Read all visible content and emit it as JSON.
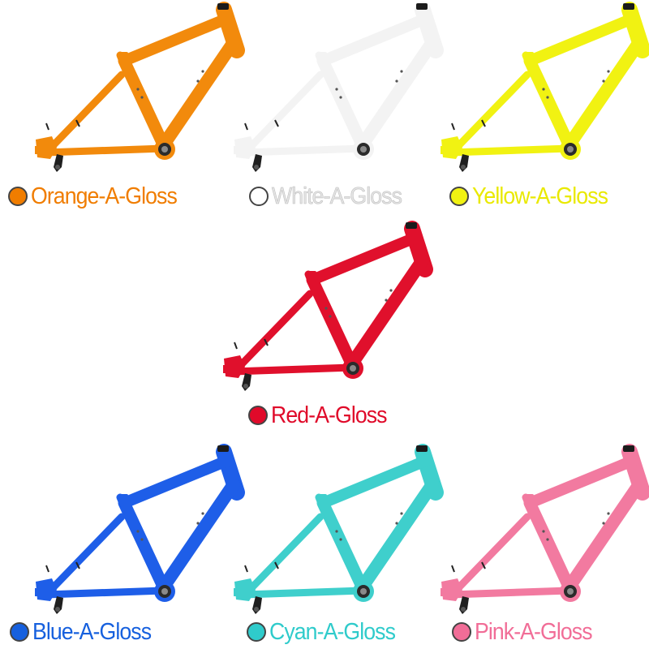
{
  "variants": [
    {
      "label": "Orange-A-Gloss",
      "color": "#f28a0c",
      "text_color": "#f07d00"
    },
    {
      "label": "White-A-Gloss",
      "color": "#f3f3f3",
      "text_color": "#e4e4e4"
    },
    {
      "label": "Yellow-A-Gloss",
      "color": "#f1f212",
      "text_color": "#e9e900"
    },
    {
      "label": "Red-A-Gloss",
      "color": "#e0102c",
      "text_color": "#e00a2a"
    },
    {
      "label": "Blue-A-Gloss",
      "color": "#1e5ee8",
      "text_color": "#1660de"
    },
    {
      "label": "Cyan-A-Gloss",
      "color": "#3fcfcc",
      "text_color": "#2fcbcb"
    },
    {
      "label": "Pink-A-Gloss",
      "color": "#f27aa0",
      "text_color": "#f16d97"
    }
  ]
}
